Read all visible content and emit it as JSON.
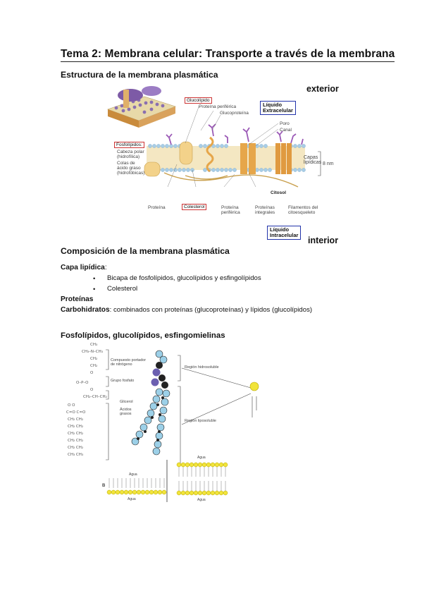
{
  "title": "Tema 2: Membrana celular: Transporte a través de la membrana",
  "section1": "Estructura de la membrana plasmática",
  "figure1": {
    "exterior": "exterior",
    "interior": "interior",
    "labels": {
      "glucolipido": "Glucolípido",
      "proteina_periferica_top": "Proteína periférica",
      "glucoproteina": "Glucoproteína",
      "liquido_extracelular": "Líquido\nExtracelular",
      "poro": "Poro",
      "canal": "Canal",
      "fosfolipidos": "Fosfolípidos:",
      "cabeza_polar": "Cabeza polar\n(hidrofílica)",
      "colas": "Colas de\nácido graso\n(hidrofóbicas)",
      "capas_lipidicas": "Capas\nlipídicas",
      "nm": "8 nm",
      "citosol": "Citosol",
      "proteina": "Proteína",
      "colesterol": "Colesterol",
      "proteina_periferica_bottom": "Proteína\nperiférica",
      "proteinas_integrales": "Proteínas\nintegrales",
      "filamentos": "Filamentos del\ncitoesqueleto",
      "liquido_intracelular": "Líquido\nIntracelular"
    }
  },
  "section2": "Composición de la membrana plasmática",
  "composition": {
    "capa_label": "Capa lipídica",
    "capa_colon": ":",
    "bullets": [
      "Bicapa de fosfolípidos, glucolípidos y esfingolípidos",
      "Colesterol"
    ],
    "proteinas": "Proteínas",
    "carbo_label": "Carbohidratos",
    "carbo_text": ": combinados con proteínas (glucoproteínas) y lípidos (glucolípidos)"
  },
  "section3": "Fosfolípidos, glucolípidos, esfingomielinas",
  "figure2": {
    "compuesto": "Compuesto portador\nde nitrógeno",
    "grupo_fosfato": "Grupo fosfato",
    "glicerol": "Glicerol",
    "acidos_grasos": "Ácidos\ngrasos",
    "region_hidrosoluble": "Región hidrosoluble",
    "region_liposoluble": "Región liposoluble",
    "agua_top_left": "Agua",
    "agua_bottom_left": "Agua",
    "agua_top_right": "Agua",
    "agua_bottom_right": "Agua",
    "b_label": "B"
  }
}
